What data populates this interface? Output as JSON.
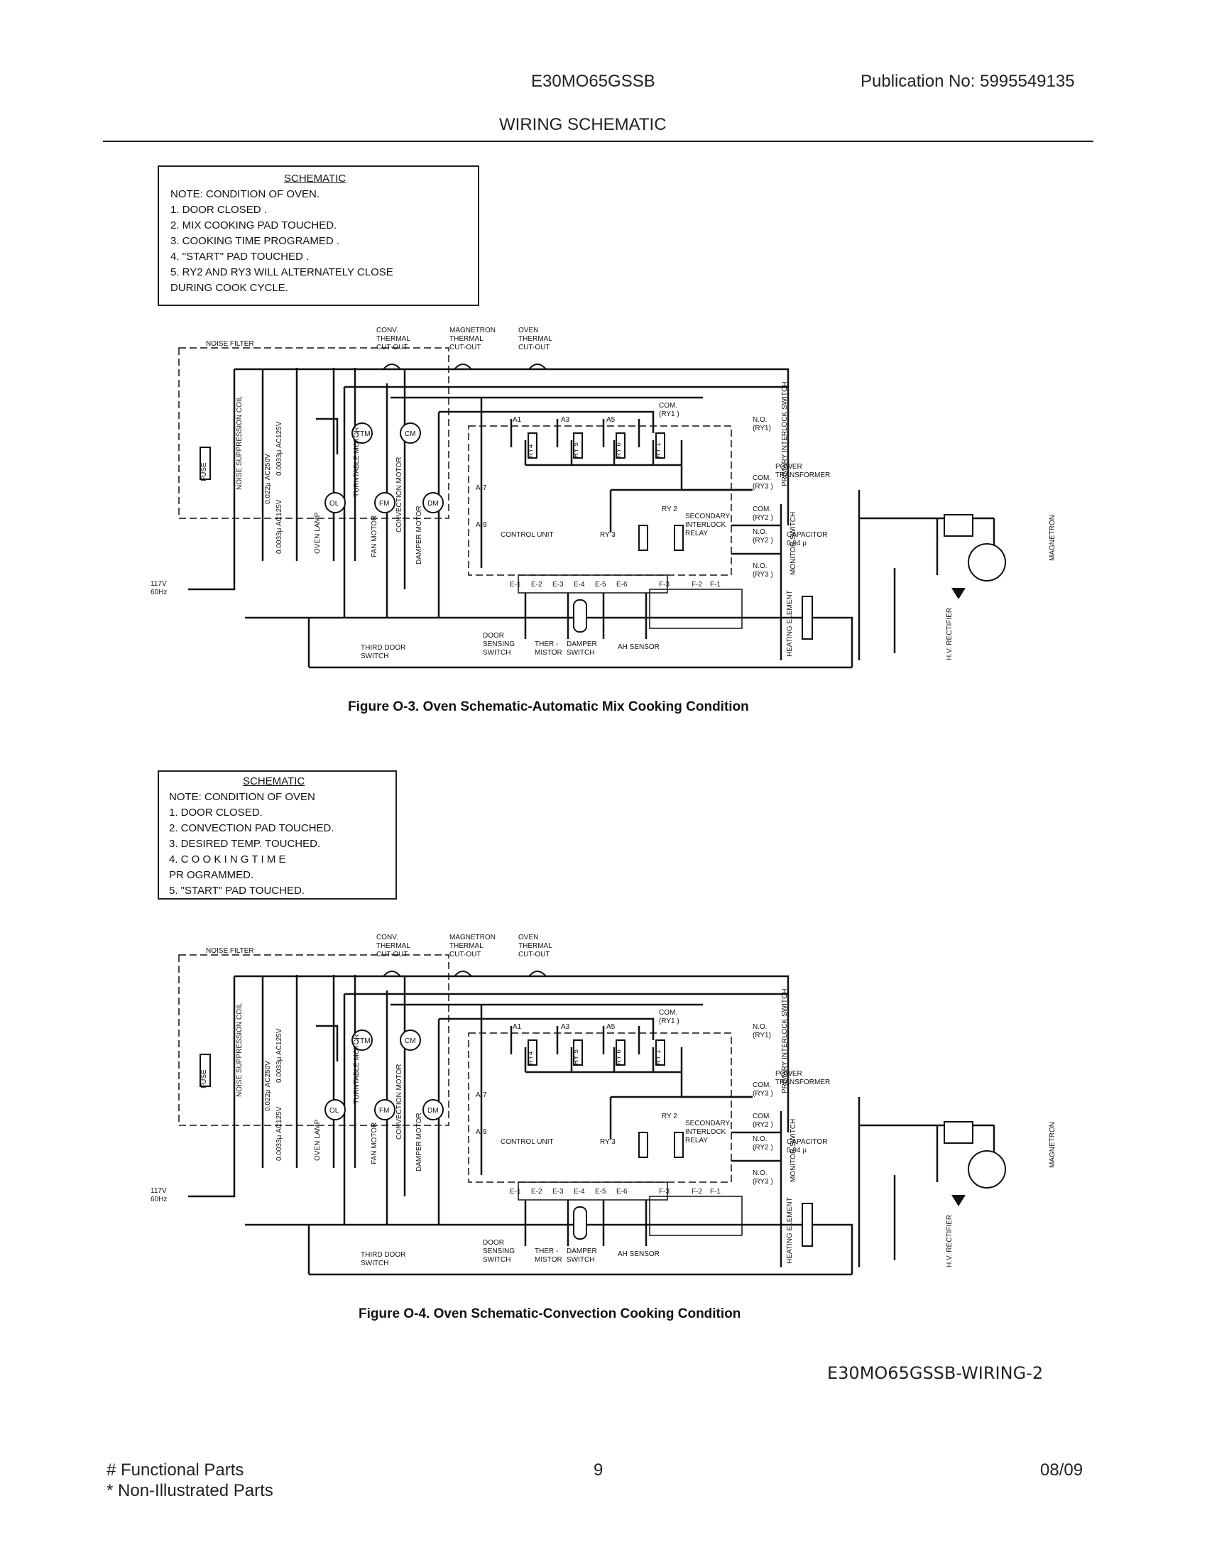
{
  "header": {
    "model": "E30MO65GSSB",
    "publication": "Publication No:  5995549135",
    "title": "WIRING SCHEMATIC"
  },
  "note_box_1": {
    "title": "SCHEMATIC",
    "lines": [
      "NOTE: CONDITION OF OVEN.",
      "1.   DOOR CLOSED .",
      "2.   MIX COOKING PAD TOUCHED.",
      "3.   COOKING TIME PROGRAMED .",
      "4.   \"START\" PAD TOUCHED  .",
      "5.   RY2  AND  RY3  WILL ALTERNATELY CLOSE",
      "      DURING COOK CYCLE."
    ]
  },
  "note_box_2": {
    "title": "SCHEMATIC",
    "lines": [
      "NOTE: CONDITION OF OVEN",
      "1.   DOOR CLOSED.",
      "2.   CONVECTION PAD TOUCHED.",
      "3.   DESIRED  TEMP. TOUCHED.",
      "4.   C O O K I N G   T I M E",
      "      PR OGRAMMED.",
      "5.   \"START\" PAD TOUCHED."
    ]
  },
  "labels": {
    "noise_filter": "NOISE FILTER",
    "conv_cutout": [
      "CONV.",
      "THERMAL",
      "CUT-OUT"
    ],
    "mag_cutout": [
      "MAGNETRON",
      "THERMAL",
      "CUT-OUT"
    ],
    "oven_cutout": [
      "OVEN",
      "THERMAL",
      "CUT-OUT"
    ],
    "fuse": "FUSE",
    "noise_coil": "NOISE SUPPRESSION COIL",
    "cap1": "0.022μ AC250V",
    "cap2": "0.0033μ AC125V",
    "cap3": "0.0033μ AC125V",
    "oven_lamp": "OVEN LAMP",
    "turntable_motor": "TURNTABLE MOTOR",
    "fan_motor": "FAN MOTOR",
    "convection_motor": "CONVECTION MOTOR",
    "damper_motor": "DAMPER MOTOR",
    "ttm": "TTM",
    "cm": "CM",
    "ol": "OL",
    "fm": "FM",
    "dm": "DM",
    "a1": "A1",
    "a3": "A3",
    "a5": "A5",
    "a7": "A-7",
    "a9": "A-9",
    "ry4": "RY4",
    "ry5": "RY 5",
    "ry6": "RY 6",
    "ry1": "RY 1",
    "ry2": "RY 2",
    "ry3": "RY 3",
    "com_ry1": [
      "COM.",
      "(RY1 )"
    ],
    "no_ry1": [
      "N.O.",
      "(RY1)"
    ],
    "com_ry3": [
      "COM.",
      "(RY3 )"
    ],
    "com_ry2": [
      "COM.",
      "(RY2 )"
    ],
    "no_ry2": [
      "N.O.",
      "(RY2 )"
    ],
    "no_ry3": [
      "N.O.",
      "(RY3 )"
    ],
    "secondary_relay": [
      "SECONDARY",
      "INTERLOCK",
      "RELAY"
    ],
    "control_unit": "CONTROL UNIT",
    "e_pins": [
      "E-1",
      "E-2",
      "E-3",
      "E-4",
      "E-5",
      "E-6"
    ],
    "f_pins": [
      "F-3",
      "F-2",
      "F-1"
    ],
    "door_sensing": [
      "DOOR",
      "SENSING",
      "SWITCH"
    ],
    "thermistor": [
      "THER -",
      "MISTOR"
    ],
    "damper_switch": [
      "DAMPER",
      "SWITCH"
    ],
    "ah_sensor": "AH SENSOR",
    "heating_element": "HEATING ELEMENT",
    "monitor_switch": "MONITOR SWITCH",
    "primary_interlock": "PRIMARY INTERLOCK SWITCH",
    "power_transformer": [
      "POWER",
      "TRANSFORMER"
    ],
    "capacitor": [
      "CAPACITOR",
      "0.94 μ"
    ],
    "magnetron": "MAGNETRON",
    "hv_rectifier": "H.V. RECTIFIER",
    "third_door": [
      "THIRD DOOR",
      "SWITCH"
    ],
    "supply": [
      "117V",
      "60Hz"
    ]
  },
  "captions": {
    "fig1": "Figure O-3.   Oven Schematic-Automatic Mix Cooking Condition",
    "fig2": "Figure O-4.   Oven Schematic-Convection Cooking Condition"
  },
  "doc_id": "E30MO65GSSB-WIRING-2",
  "footer": {
    "left1": "# Functional Parts",
    "left2": "* Non-Illustrated Parts",
    "page": "9",
    "date": "08/09"
  }
}
